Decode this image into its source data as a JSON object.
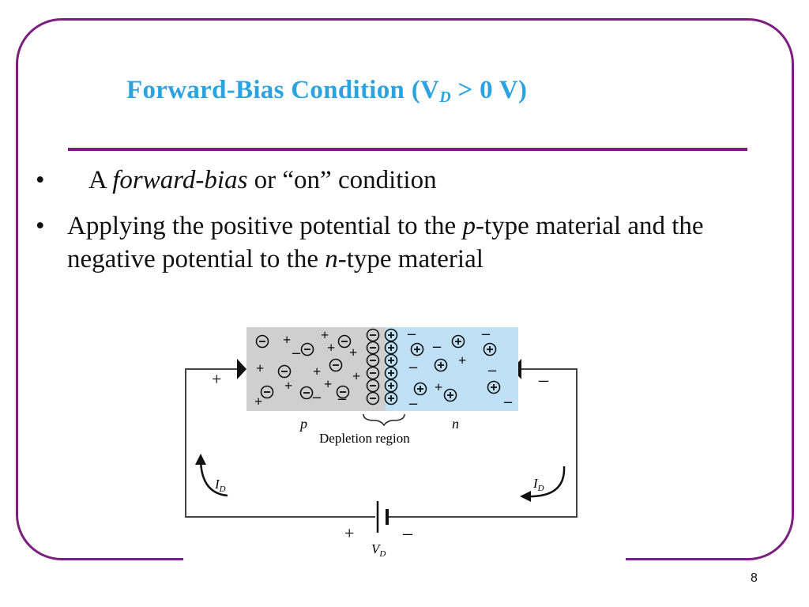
{
  "slide": {
    "title_main": "Forward-Bias Condition (V",
    "title_sub": "D",
    "title_tail": " > 0 V)",
    "bullets": [
      {
        "pre": "A ",
        "em": "forward-bias",
        "post": " or “on” condition"
      },
      {
        "pre": "Applying the positive potential to the ",
        "em": "p",
        "mid": "-type material and the negative potential to the ",
        "em2": "n",
        "post": "-type material"
      }
    ],
    "bullet_glyph": "•",
    "page_number": "8"
  },
  "diagram": {
    "p_label": "p",
    "n_label": "n",
    "depletion_label": "Depletion region",
    "plus_terminal": "+",
    "minus_terminal": "–",
    "current_label": "I",
    "current_sub": "D",
    "battery_plus": "+",
    "battery_minus": "–",
    "battery_label": "V",
    "battery_sub": "D",
    "colors": {
      "p_region": "#cfcfcf",
      "n_region": "#bfe0f7",
      "frame": "#7a1f7d",
      "title": "#2aa3e0"
    }
  }
}
